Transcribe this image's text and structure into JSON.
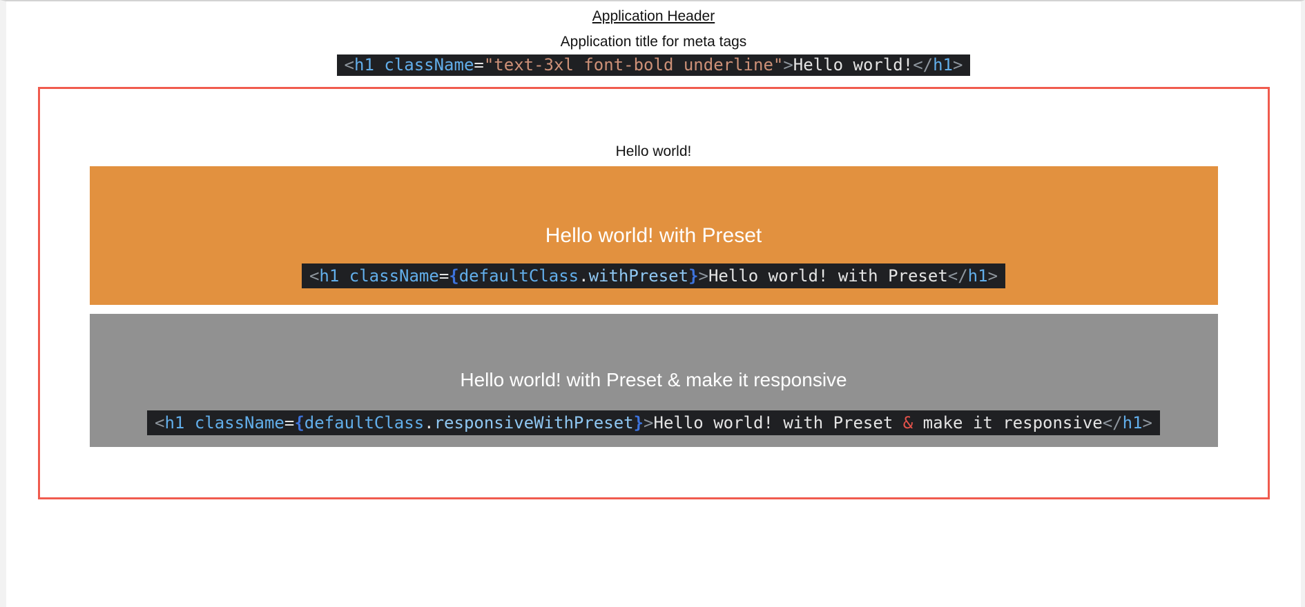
{
  "colors": {
    "page-bg": "#ffffff",
    "frame-red": "#F05B4E",
    "banner-orange": "#E2913F",
    "banner-gray": "#919191",
    "code-bg": "#1F2023",
    "syntax-punct": "#8E969E",
    "syntax-tag": "#62AEEA",
    "syntax-attr": "#62AEEA",
    "syntax-ident": "#62AEEA",
    "syntax-prop": "#8FC7F2",
    "syntax-brace": "#3D73DC",
    "syntax-string": "#CE9178",
    "syntax-plain": "#E4E4E4",
    "syntax-amp": "#E5534B"
  },
  "header": {
    "title": "Application Header",
    "subtitle": "Application title for meta tags"
  },
  "snippets": {
    "default": [
      [
        "<",
        "punct"
      ],
      [
        "h1",
        "tag"
      ],
      [
        " ",
        "plain"
      ],
      [
        "className",
        "attr"
      ],
      [
        "=",
        "plain"
      ],
      [
        "\"text-3xl font-bold underline\"",
        "string"
      ],
      [
        ">",
        "punct"
      ],
      [
        "Hello world!",
        "plain"
      ],
      [
        "</",
        "punct"
      ],
      [
        "h1",
        "tag"
      ],
      [
        ">",
        "punct"
      ]
    ],
    "with_preset": [
      [
        "<",
        "punct"
      ],
      [
        "h1",
        "tag"
      ],
      [
        " ",
        "plain"
      ],
      [
        "className",
        "attr"
      ],
      [
        "=",
        "plain"
      ],
      [
        "{",
        "brace"
      ],
      [
        "defaultClass",
        "ident"
      ],
      [
        ".",
        "plain"
      ],
      [
        "withPreset",
        "prop"
      ],
      [
        "}",
        "brace"
      ],
      [
        ">",
        "punct"
      ],
      [
        "Hello world! with Preset",
        "plain"
      ],
      [
        "</",
        "punct"
      ],
      [
        "h1",
        "tag"
      ],
      [
        ">",
        "punct"
      ]
    ],
    "responsive_with_preset": [
      [
        "<",
        "punct"
      ],
      [
        "h1",
        "tag"
      ],
      [
        " ",
        "plain"
      ],
      [
        "className",
        "attr"
      ],
      [
        "=",
        "plain"
      ],
      [
        "{",
        "brace"
      ],
      [
        "defaultClass",
        "ident"
      ],
      [
        ".",
        "plain"
      ],
      [
        "responsiveWithPreset",
        "prop"
      ],
      [
        "}",
        "brace"
      ],
      [
        ">",
        "punct"
      ],
      [
        "Hello world! with Preset ",
        "plain"
      ],
      [
        "&",
        "amp"
      ],
      [
        " make it responsive",
        "plain"
      ],
      [
        "</",
        "punct"
      ],
      [
        "h1",
        "tag"
      ],
      [
        ">",
        "punct"
      ]
    ]
  },
  "demo": {
    "plain_heading": "Hello world!",
    "preset_heading": "Hello world! with Preset",
    "responsive_heading": "Hello world! with Preset & make it responsive"
  }
}
